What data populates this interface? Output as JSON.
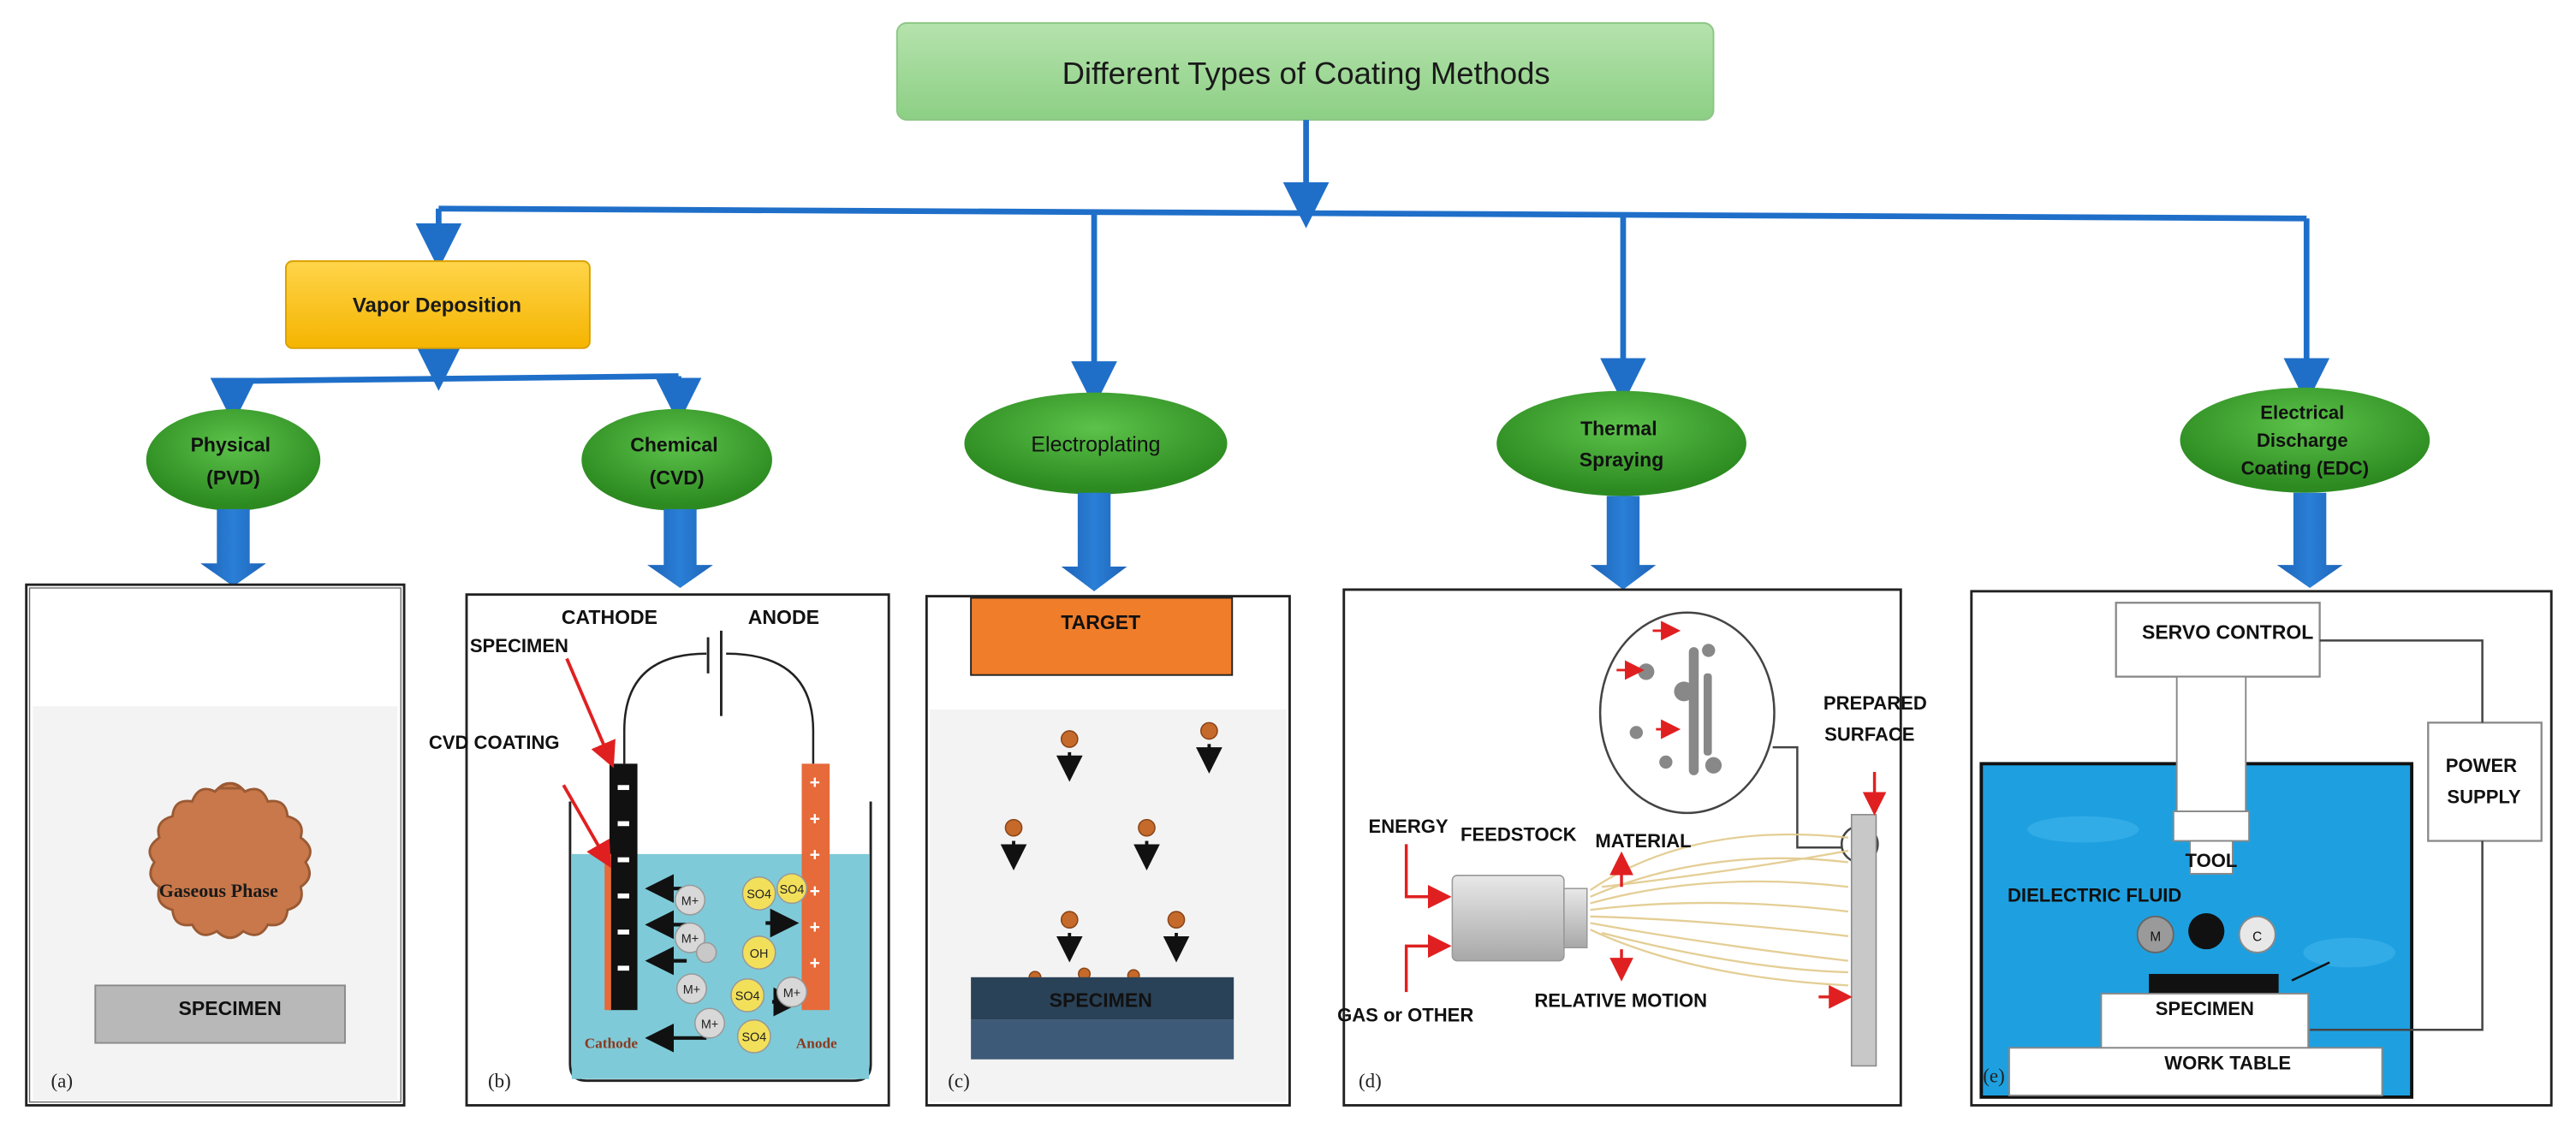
{
  "title": "Different Types of Coating Methods",
  "categories": {
    "vapor_deposition": "Vapor Deposition",
    "physical": [
      "Physical",
      "(PVD)"
    ],
    "chemical": [
      "Chemical",
      "(CVD)"
    ],
    "electroplating": "Electroplating",
    "thermal_spraying": [
      "Thermal",
      "Spraying"
    ],
    "edc": [
      "Electrical",
      "Discharge",
      "Coating (EDC)"
    ]
  },
  "panels": {
    "a": {
      "caption": "(a)",
      "gaseous_phase": "Gaseous Phase",
      "specimen": "SPECIMEN"
    },
    "b": {
      "caption": "(b)",
      "cathode": "CATHODE",
      "anode": "ANODE",
      "specimen": "SPECIMEN",
      "cvd_coating": "CVD COATING",
      "cathode_small": "Cathode",
      "anode_small": "Anode",
      "ions": [
        "M+",
        "M+",
        "M+",
        "M+",
        "SO4",
        "SO4",
        "OH",
        "SO4",
        "M+",
        "SO4"
      ]
    },
    "c": {
      "caption": "(c)",
      "target": "TARGET",
      "specimen": "SPECIMEN"
    },
    "d": {
      "caption": "(d)",
      "prepared_surface": [
        "PREPARED",
        "SURFACE"
      ],
      "energy": "ENERGY",
      "feedstock": "FEEDSTOCK",
      "material": "MATERIAL",
      "gas_or_other": "GAS or OTHER",
      "relative_motion": "RELATIVE MOTION"
    },
    "e": {
      "caption": "(e)",
      "servo_control": "SERVO CONTROL",
      "power_supply": [
        "POWER",
        "SUPPLY"
      ],
      "tool": "TOOL",
      "dielectric_fluid": "DIELECTRIC FLUID",
      "specimen": "SPECIMEN",
      "work_table": "WORK TABLE",
      "m": "M",
      "c": "C"
    }
  },
  "colors": {
    "connector_blue": "#1f6fc9",
    "title_green": "#9fd89a",
    "oval_green": "#3aa02a",
    "vapor_yellow": "#ffc107",
    "target_orange": "#f07d2a",
    "fluid_blue": "#1ea0e0",
    "bath_blue": "#7fcad8",
    "gaseous_brown": "#c8784a"
  }
}
